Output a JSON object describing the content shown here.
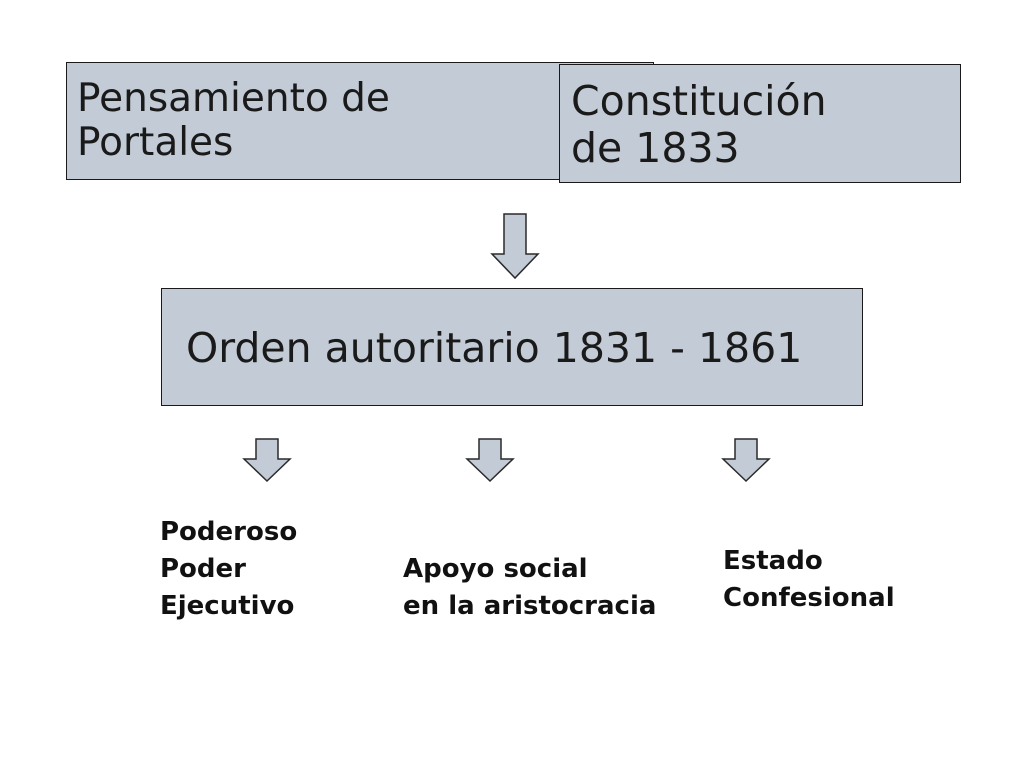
{
  "colors": {
    "box_fill": "#c3ccd6",
    "box_border": "#1a1a1a",
    "arrow_fill": "#c3ccd6",
    "arrow_stroke": "#2a2a2a"
  },
  "diagram": {
    "top_boxes": [
      {
        "label": "Pensamiento de\nPortales"
      },
      {
        "label": "Constitución\nde 1833"
      }
    ],
    "center_box": {
      "label": "Orden autoritario 1831 - 1861"
    },
    "arrow_icon": "down-arrow-icon",
    "outcomes": [
      {
        "label": "Poderoso\nPoder\nEjecutivo"
      },
      {
        "label": "Apoyo social\nen la aristocracia"
      },
      {
        "label": "Estado\nConfesional"
      }
    ]
  }
}
